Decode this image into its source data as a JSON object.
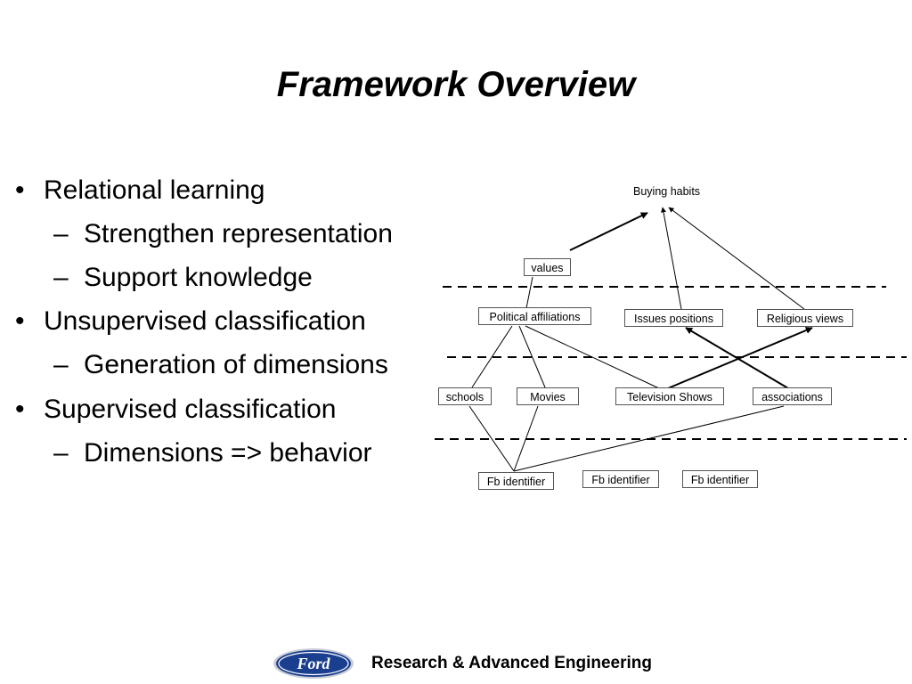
{
  "slide": {
    "title": "Framework Overview",
    "bullets": [
      {
        "text": "Relational learning",
        "marker": "•"
      },
      {
        "text": "Strengthen representation",
        "marker": "–"
      },
      {
        "text": "Support knowledge",
        "marker": "–"
      },
      {
        "text": "Unsupervised classification",
        "marker": "•"
      },
      {
        "text": "Generation of dimensions",
        "marker": "–"
      },
      {
        "text": "Supervised classification",
        "marker": "•"
      },
      {
        "text": "Dimensions => behavior",
        "marker": "–"
      }
    ]
  },
  "diagram": {
    "nodes": {
      "buying_habits": "Buying habits",
      "values": "values",
      "political_affiliations": "Political affiliations",
      "issues_positions": "Issues positions",
      "religious_views": "Religious views",
      "schools": "schools",
      "movies": "Movies",
      "television_shows": "Television Shows",
      "associations": "associations",
      "fb_identifier_1": "Fb identifier",
      "fb_identifier_2": "Fb identifier",
      "fb_identifier_3": "Fb identifier"
    }
  },
  "footer": {
    "logo_text": "Ford",
    "tagline": "Research & Advanced Engineering",
    "logo_color": "#1b3f8f"
  }
}
